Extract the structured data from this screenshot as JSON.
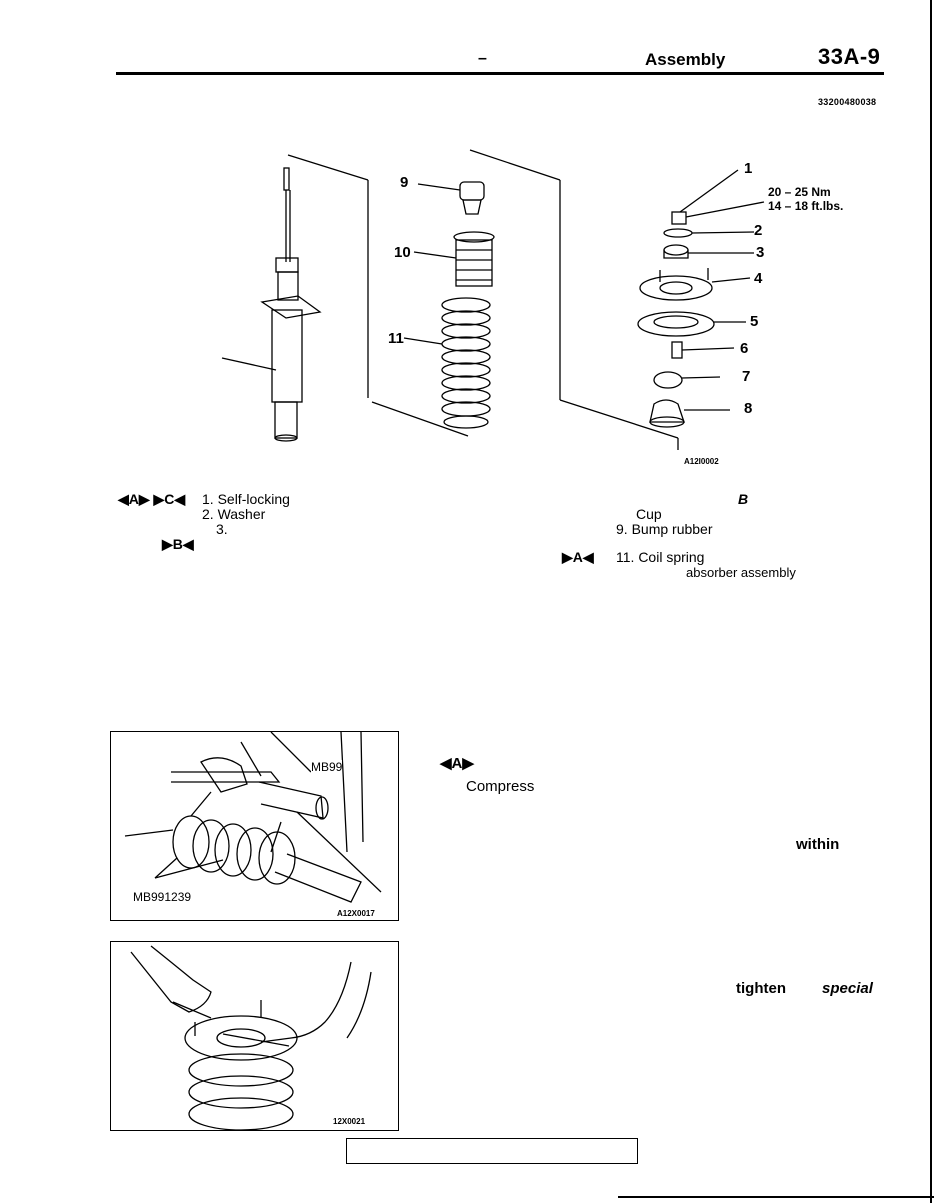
{
  "header": {
    "dash": "–",
    "title": "Assembly",
    "page_number": "33A-9",
    "document_code": "33200480038"
  },
  "diagram": {
    "callouts": [
      "1",
      "2",
      "3",
      "4",
      "5",
      "6",
      "7",
      "8",
      "9",
      "10",
      "11"
    ],
    "torque_line1": "20 – 25 Nm",
    "torque_line2": "14 – 18 ft.lbs.",
    "figure_code": "A12I0002"
  },
  "legend": {
    "row1_markers": "◀A▶ ▶C◀",
    "item1": "1. Self-locking",
    "item2": "2. Washer",
    "item3": "3.",
    "row4_marker": "▶B◀",
    "marker_b": "B",
    "item8": "Cup",
    "item9": "9. Bump rubber",
    "row11_marker": "▶A◀",
    "item11": "11. Coil spring",
    "item12": "absorber assembly"
  },
  "figure1": {
    "tool_top": "MB99",
    "tool_bottom": "MB991239",
    "code": "A12X0017"
  },
  "figure2": {
    "code": "12X0021"
  },
  "procedure": {
    "marker": "◀A▶",
    "step_text": "Compress",
    "word_within": "within",
    "word_tighten": "tighten",
    "word_special": "special"
  }
}
